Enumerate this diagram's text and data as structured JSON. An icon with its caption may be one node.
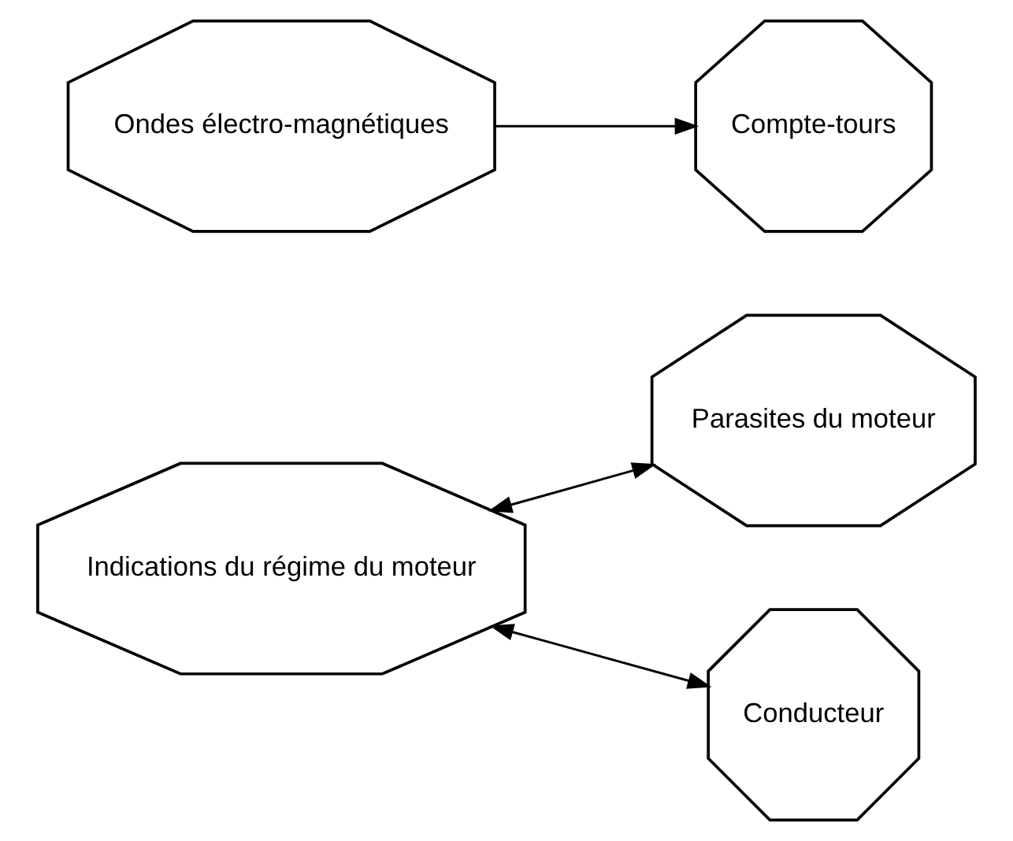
{
  "diagram": {
    "nodes": [
      {
        "text": [
          "Parasites du moteur"
        ]
      },
      {
        "text": [
          "Indications du régime du moteur"
        ]
      },
      {
        "text": [
          "Compte-tours"
        ]
      },
      {
        "text": [
          "Conducteur"
        ]
      },
      {
        "text": [
          "Ondes électro-magnétiques"
        ]
      }
    ],
    "edges": [
      {
        "from": 1,
        "to": 0,
        "arrow": "both"
      },
      {
        "from": 1,
        "to": 3,
        "arrow": "both"
      },
      {
        "from": 4,
        "to": 2,
        "arrow": "to"
      }
    ]
  }
}
